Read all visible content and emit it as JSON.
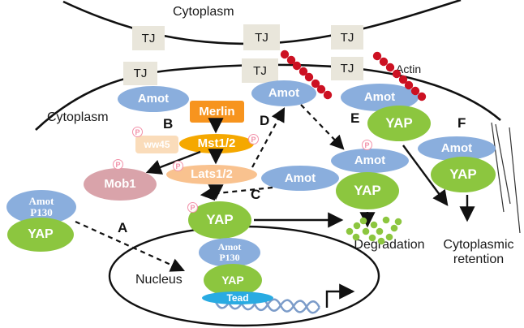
{
  "labels": {
    "cytoplasm_top": "Cytoplasm",
    "cytoplasm_left": "Cytoplasm",
    "actin": "Actin",
    "nucleus": "Nucleus",
    "degradation": "Degradation",
    "cytoplasmic_retention_line1": "Cytoplasmic",
    "cytoplasmic_retention_line2": "retention"
  },
  "section_letters": {
    "a": "A",
    "b": "B",
    "c": "C",
    "d": "D",
    "e": "E",
    "f": "F"
  },
  "tj_label": "TJ",
  "phospho_label": "P",
  "nodes": {
    "amot_left": "Amot",
    "amot_top_mid": "Amot",
    "amot_e": "Amot",
    "amot_c": "Amot",
    "amot_deg": "Amot",
    "amot_f": "Amot",
    "merlin": "Merlin",
    "ww45": "ww45",
    "mst": "Mst1/2",
    "lats": "Lats1/2",
    "mob1": "Mob1",
    "yap_center": "YAP",
    "yap_deg": "YAP",
    "yap_e": "YAP",
    "yap_f": "YAP",
    "yap_left": "YAP",
    "yap_nuc": "YAP",
    "amot_p130_left_line1": "Amot",
    "amot_p130_left_line2": "P130",
    "amot_p130_nuc_line1": "Amot",
    "amot_p130_nuc_line2": "P130",
    "tead": "Tead"
  },
  "colors": {
    "amot_blue": "#8aaedd",
    "yap_green": "#8cc63f",
    "merlin_orange": "#f7941e",
    "mst_gold": "#f5a800",
    "lats_peach": "#f9c28f",
    "ww45_pale": "#fadcba",
    "mob1_pink": "#d9a3aa",
    "tead_cyan": "#29abe2",
    "tj_beige": "#e9e6db",
    "actin_bead_red": "#cc1122",
    "phospho_pink": "#f291a9",
    "dna_blue": "#7c9cc9",
    "line_black": "#111111"
  }
}
